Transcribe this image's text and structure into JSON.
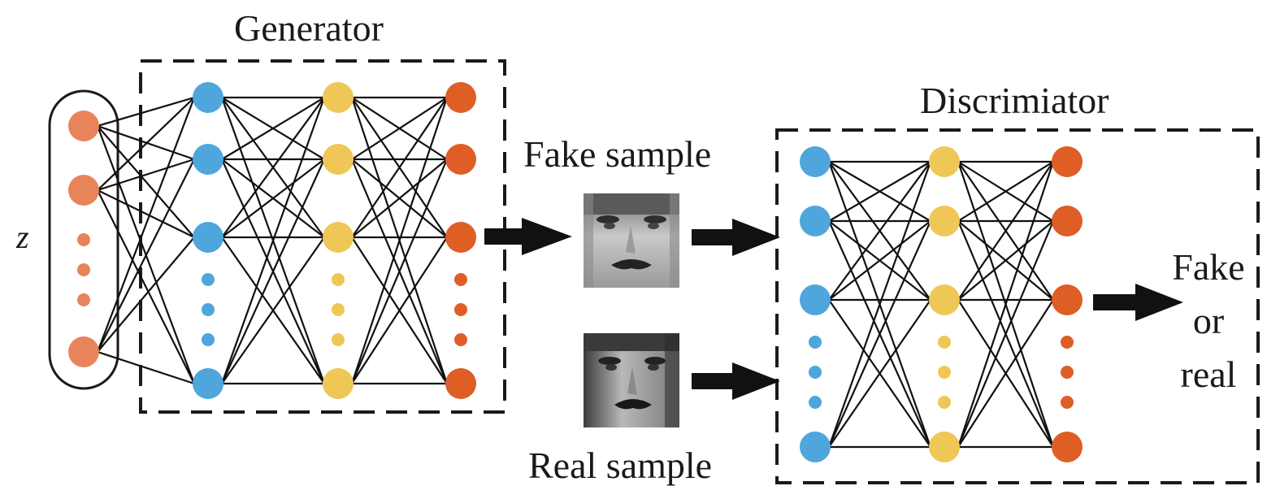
{
  "labels": {
    "generator": "Generator",
    "discriminator": "Discrimiator",
    "fake_sample": "Fake sample",
    "real_sample": "Real sample",
    "latent": "z",
    "output_line1": "Fake",
    "output_line2": "or",
    "output_line3": "real"
  },
  "colors": {
    "latent": "#E8845A",
    "blue": "#4EA6DC",
    "yellow": "#EFC756",
    "orange": "#DE5E26",
    "edge": "#111111",
    "box": "#1a1a1a"
  },
  "networks": {
    "generator": {
      "layers": [
        {
          "color": "latent",
          "nodes": 3,
          "dots": 3
        },
        {
          "color": "blue",
          "nodes": 4,
          "dots": 3
        },
        {
          "color": "yellow",
          "nodes": 4,
          "dots": 3
        },
        {
          "color": "orange",
          "nodes": 4,
          "dots": 3
        }
      ]
    },
    "discriminator": {
      "layers": [
        {
          "color": "blue",
          "nodes": 4,
          "dots": 3
        },
        {
          "color": "yellow",
          "nodes": 4,
          "dots": 3
        },
        {
          "color": "orange",
          "nodes": 4,
          "dots": 3
        }
      ]
    }
  },
  "images": {
    "fake_sample": "face-photo-icon",
    "real_sample": "face-photo-icon"
  }
}
